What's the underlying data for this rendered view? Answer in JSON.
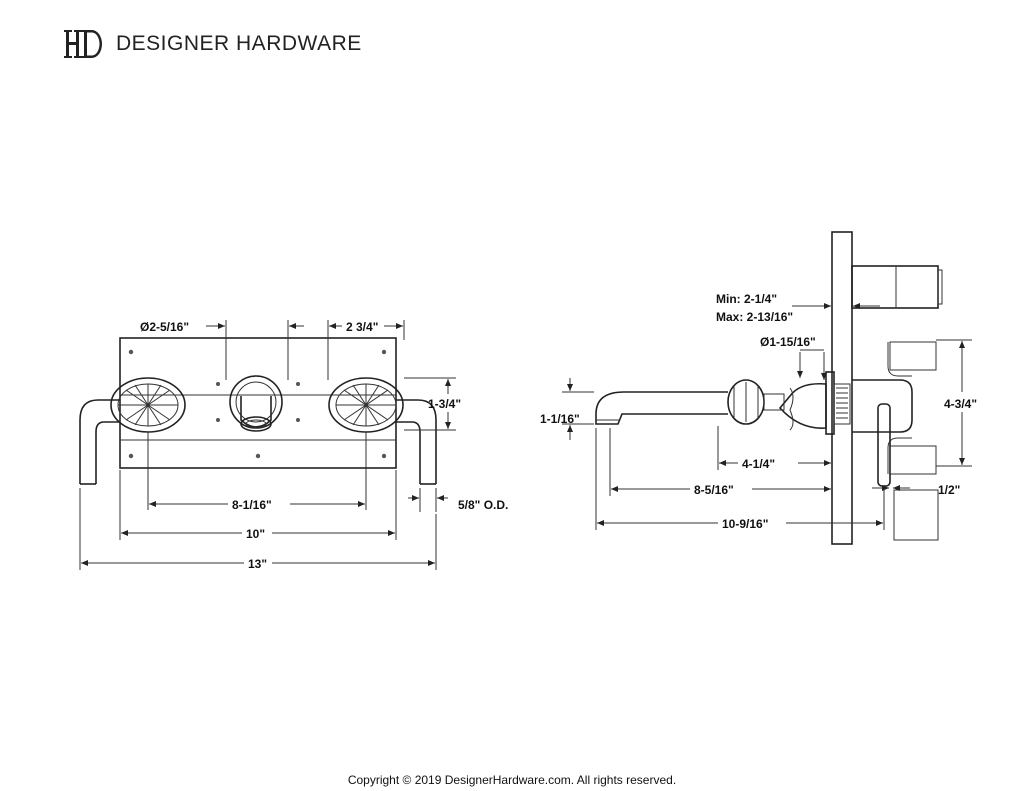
{
  "brand": {
    "name": "DESIGNER HARDWARE",
    "logo_icon": "dh-monogram-icon"
  },
  "copyright": "Copyright © 2019 DesignerHardware.com. All rights reserved.",
  "front_view": {
    "dims": {
      "handle_diameter": "Ø2-5/16\"",
      "plate_offset": "2 3/4\"",
      "height": "1-3/4\"",
      "handle_spacing": "8-1/16\"",
      "pipe_od": "5/8\" O.D.",
      "plate_width": "10\"",
      "overall_width": "13\""
    }
  },
  "side_view": {
    "dims": {
      "wall_range": "Min: 2-1/4\"",
      "wall_range_max": "Max: 2-13/16\"",
      "escutcheon_diameter": "Ø1-15/16\"",
      "spout_height": "1-1/16\"",
      "spout_body": "4-1/4\"",
      "spout_reach": "8-5/16\"",
      "overall_depth": "10-9/16\"",
      "valve_height": "4-3/4\"",
      "pipe_size": "1/2\""
    }
  }
}
